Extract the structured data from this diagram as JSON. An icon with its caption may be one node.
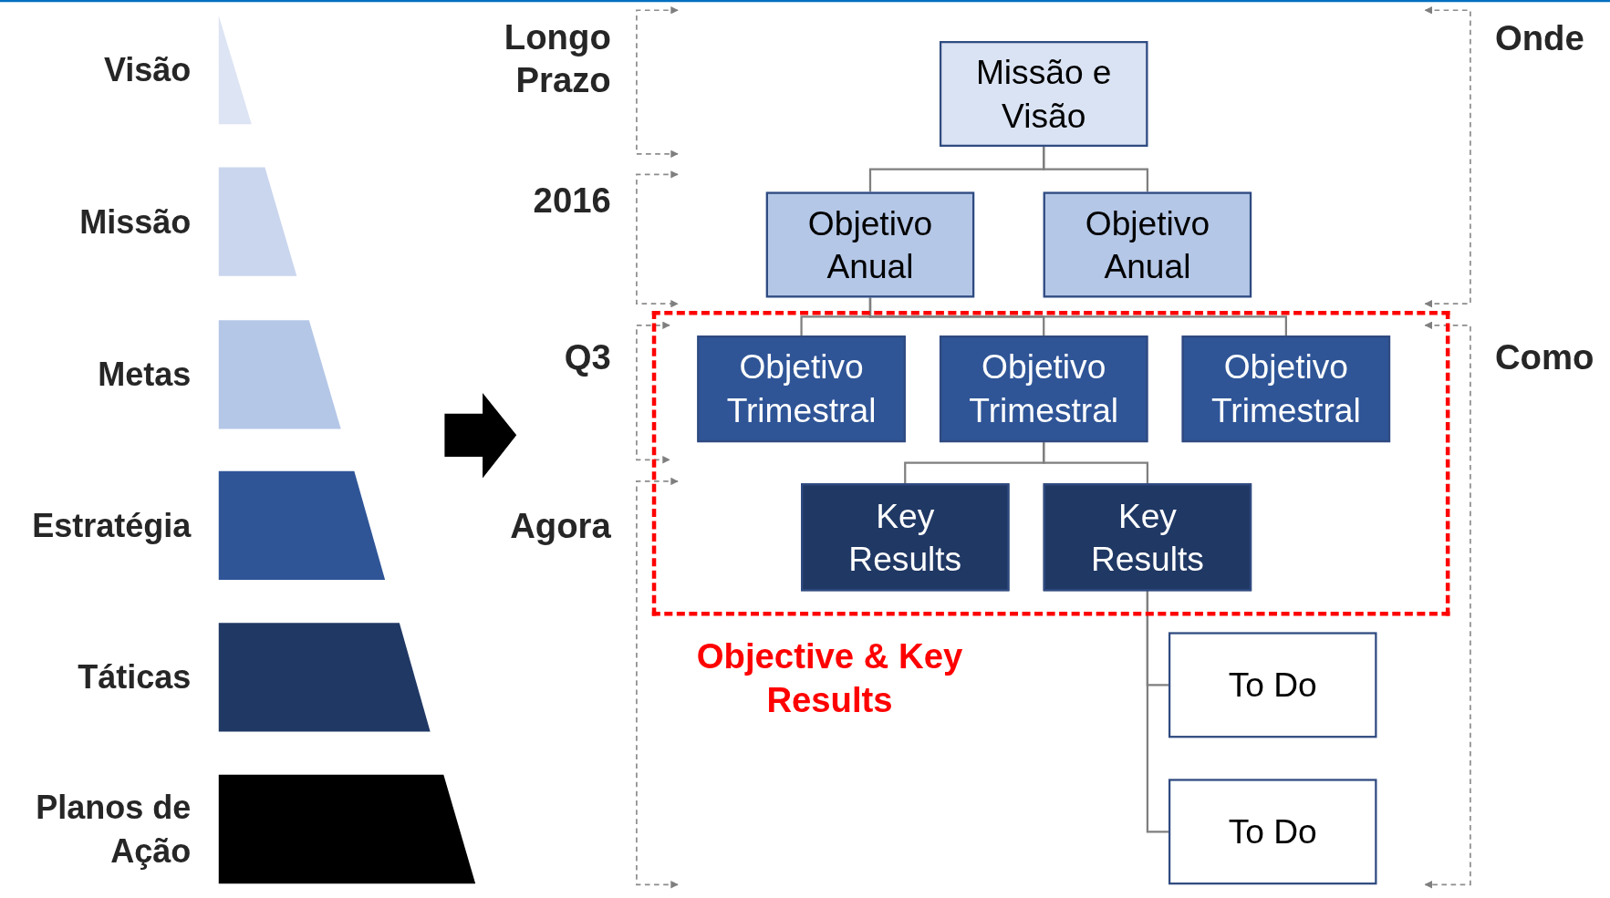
{
  "diagram": {
    "nodes": [
      {
        "text": [
          "Visão"
        ]
      },
      {
        "text": [
          "Missão"
        ]
      },
      {
        "text": [
          "Metas"
        ]
      },
      {
        "text": [
          "Estratégia"
        ]
      },
      {
        "text": [
          "Táticas"
        ]
      },
      {
        "text": [
          "Planos de Ação"
        ]
      },
      {
        "text": [
          "Missão e Visão"
        ]
      },
      {
        "text": [
          "Objetivo Anual"
        ]
      },
      {
        "text": [
          "Objetivo Anual"
        ]
      },
      {
        "text": [
          "Objective & Key Results"
        ]
      },
      {
        "text": [
          "Objetivo Trimestral"
        ],
        "in": 9
      },
      {
        "text": [
          "Objetivo Trimestral"
        ],
        "in": 9
      },
      {
        "text": [
          "Objetivo Trimestral"
        ],
        "in": 9
      },
      {
        "text": [
          "Key Results"
        ],
        "in": 9
      },
      {
        "text": [
          "Key Results"
        ],
        "in": 9
      },
      {
        "text": [
          "To Do"
        ]
      },
      {
        "text": [
          "To Do"
        ]
      }
    ],
    "edges": [
      {
        "from": 6,
        "to": 7,
        "arrow": "none"
      },
      {
        "from": 6,
        "to": 8,
        "arrow": "none"
      },
      {
        "from": 7,
        "to": 10,
        "arrow": "none"
      },
      {
        "from": 7,
        "to": 11,
        "arrow": "none"
      },
      {
        "from": 7,
        "to": 12,
        "arrow": "none"
      },
      {
        "from": 11,
        "to": 13,
        "arrow": "none"
      },
      {
        "from": 11,
        "to": 14,
        "arrow": "none"
      },
      {
        "from": 14,
        "to": 15,
        "arrow": "none"
      },
      {
        "from": 14,
        "to": 16,
        "arrow": "none"
      }
    ],
    "labels": [
      "Longo Prazo",
      "Onde",
      "2016",
      "Q3",
      "Como",
      "Agora"
    ]
  }
}
